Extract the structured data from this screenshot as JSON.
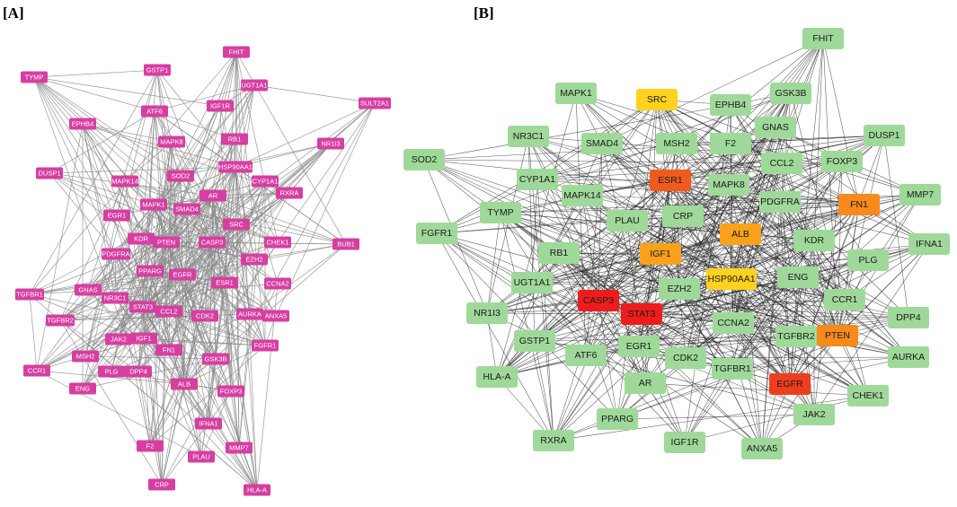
{
  "panels": [
    {
      "label": "[A]",
      "node_color": "#d63fa1",
      "text_color": "#ffffff",
      "edge_color": "#8a8a8a",
      "nodes": [
        {
          "name": "TYMP"
        },
        {
          "name": "GSTP1"
        },
        {
          "name": "FHIT"
        },
        {
          "name": "UGT1A1"
        },
        {
          "name": "SULT2A1"
        },
        {
          "name": "ATF6"
        },
        {
          "name": "IGF1R"
        },
        {
          "name": "EPHB4"
        },
        {
          "name": "MAPK8"
        },
        {
          "name": "RB1"
        },
        {
          "name": "NR1I3"
        },
        {
          "name": "HSP90AA1"
        },
        {
          "name": "DUSP1"
        },
        {
          "name": "SOD2"
        },
        {
          "name": "CYP1A1"
        },
        {
          "name": "MAPK14"
        },
        {
          "name": "RXRA"
        },
        {
          "name": "AR"
        },
        {
          "name": "MAPK1"
        },
        {
          "name": "SMAD4"
        },
        {
          "name": "EGR1"
        },
        {
          "name": "SRC"
        },
        {
          "name": "KDR"
        },
        {
          "name": "PTEN"
        },
        {
          "name": "CASP3"
        },
        {
          "name": "CHEK1"
        },
        {
          "name": "BUB1"
        },
        {
          "name": "PDGFRA"
        },
        {
          "name": "EZH2"
        },
        {
          "name": "PPARG"
        },
        {
          "name": "EGFR"
        },
        {
          "name": "ESR1"
        },
        {
          "name": "CCNA2"
        },
        {
          "name": "TGFBR1"
        },
        {
          "name": "GNAS"
        },
        {
          "name": "NR3C1"
        },
        {
          "name": "STAT3"
        },
        {
          "name": "TGFBR2"
        },
        {
          "name": "CCL2"
        },
        {
          "name": "CDK2"
        },
        {
          "name": "AURKA"
        },
        {
          "name": "ANXA5"
        },
        {
          "name": "JAK2"
        },
        {
          "name": "IGF1"
        },
        {
          "name": "FGFR1"
        },
        {
          "name": "FN1"
        },
        {
          "name": "MSH2"
        },
        {
          "name": "CCR1"
        },
        {
          "name": "PLG"
        },
        {
          "name": "DPP4"
        },
        {
          "name": "GSK3B"
        },
        {
          "name": "ENG"
        },
        {
          "name": "ALB"
        },
        {
          "name": "FOXP3"
        },
        {
          "name": "IFNA1"
        },
        {
          "name": "F2"
        },
        {
          "name": "MMP7"
        },
        {
          "name": "PLAU"
        },
        {
          "name": "CRP"
        },
        {
          "name": "HLA-A"
        }
      ]
    },
    {
      "label": "[B]",
      "default_node_color": "#9fd99a",
      "edge_color": "#222222",
      "nodes": [
        {
          "name": "FHIT"
        },
        {
          "name": "MAPK1"
        },
        {
          "name": "SRC",
          "color": "#ffd21f"
        },
        {
          "name": "EPHB4"
        },
        {
          "name": "GSK3B"
        },
        {
          "name": "NR3C1"
        },
        {
          "name": "SMAD4"
        },
        {
          "name": "MSH2"
        },
        {
          "name": "F2"
        },
        {
          "name": "GNAS"
        },
        {
          "name": "DUSP1"
        },
        {
          "name": "SOD2"
        },
        {
          "name": "CCL2"
        },
        {
          "name": "FOXP3"
        },
        {
          "name": "CYP1A1"
        },
        {
          "name": "ESR1",
          "color": "#f15a1e"
        },
        {
          "name": "MAPK8"
        },
        {
          "name": "MAPK14"
        },
        {
          "name": "PDGFRA"
        },
        {
          "name": "FN1",
          "color": "#f78a1a"
        },
        {
          "name": "MMP7"
        },
        {
          "name": "TYMP"
        },
        {
          "name": "CRP"
        },
        {
          "name": "PLAU"
        },
        {
          "name": "FGFR1"
        },
        {
          "name": "ALB",
          "color": "#f9a11b"
        },
        {
          "name": "KDR"
        },
        {
          "name": "IFNA1"
        },
        {
          "name": "RB1"
        },
        {
          "name": "IGF1",
          "color": "#f9a11b"
        },
        {
          "name": "PLG"
        },
        {
          "name": "HSP90AA1",
          "color": "#ffd21f"
        },
        {
          "name": "ENG"
        },
        {
          "name": "UGT1A1"
        },
        {
          "name": "EZH2"
        },
        {
          "name": "CCR1"
        },
        {
          "name": "CASP3",
          "color": "#ee1c1c"
        },
        {
          "name": "NR1I3"
        },
        {
          "name": "STAT3",
          "color": "#ee1c1c"
        },
        {
          "name": "DPP4"
        },
        {
          "name": "CCNA2"
        },
        {
          "name": "TGFBR2"
        },
        {
          "name": "PTEN",
          "color": "#f78a1a"
        },
        {
          "name": "GSTP1"
        },
        {
          "name": "EGR1"
        },
        {
          "name": "AURKA"
        },
        {
          "name": "ATF6"
        },
        {
          "name": "CDK2"
        },
        {
          "name": "TGFBR1"
        },
        {
          "name": "HLA-A"
        },
        {
          "name": "AR"
        },
        {
          "name": "EGFR",
          "color": "#ef3e1f"
        },
        {
          "name": "CHEK1"
        },
        {
          "name": "JAK2"
        },
        {
          "name": "PPARG"
        },
        {
          "name": "RXRA"
        },
        {
          "name": "IGF1R"
        },
        {
          "name": "ANXA5"
        }
      ]
    }
  ]
}
